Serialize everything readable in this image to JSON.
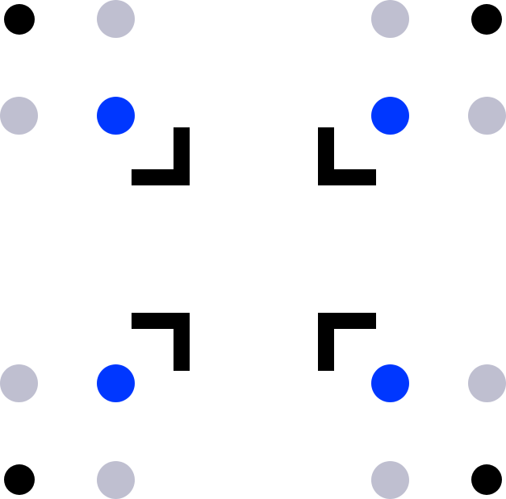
{
  "colors": {
    "background": "#ffffff",
    "corner_dot": "#000000",
    "ring_dot": "#bfbfd0",
    "accent_dot": "#0037ff",
    "bracket": "#000000"
  },
  "icon": {
    "name": "fullscreen-exit-icon",
    "brackets": [
      {
        "name": "bracket-top-left",
        "corner": "bottom-right"
      },
      {
        "name": "bracket-top-right",
        "corner": "bottom-left"
      },
      {
        "name": "bracket-bottom-left",
        "corner": "top-right"
      },
      {
        "name": "bracket-bottom-right",
        "corner": "top-left"
      }
    ]
  },
  "dots": {
    "corner": [
      "top-left",
      "top-right",
      "bottom-left",
      "bottom-right"
    ],
    "accent": [
      "top-left",
      "top-right",
      "bottom-left",
      "bottom-right"
    ],
    "ring": [
      "top-left-right",
      "top-left-below",
      "top-right-left",
      "top-right-below",
      "bottom-left-above",
      "bottom-left-right",
      "bottom-right-above",
      "bottom-right-left"
    ]
  }
}
